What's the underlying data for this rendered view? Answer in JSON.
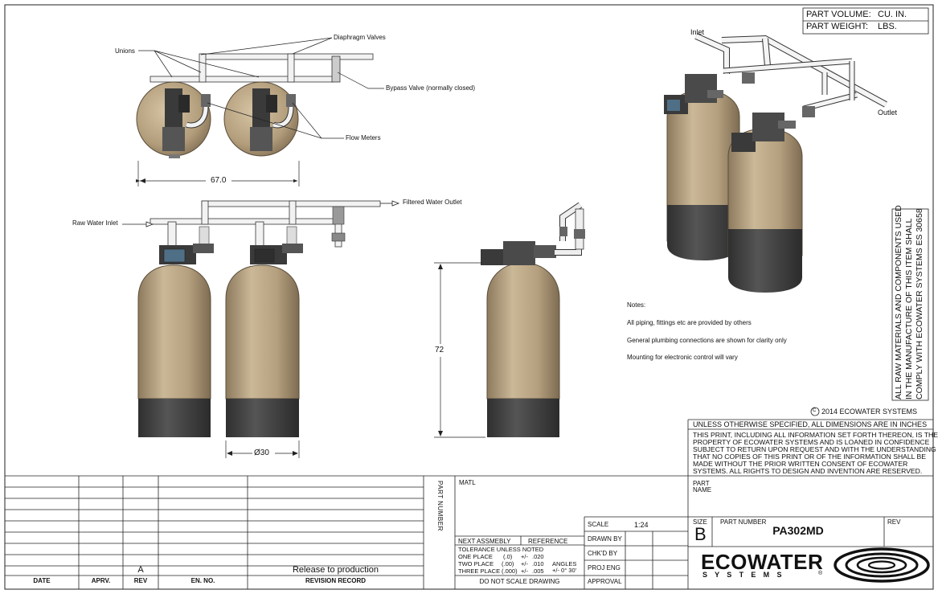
{
  "part_info": {
    "volume_label": "PART VOLUME:",
    "volume_unit": "CU. IN.",
    "weight_label": "PART WEIGHT:",
    "weight_unit": "LBS."
  },
  "callouts": {
    "unions": "Unions",
    "diaphragm_valves": "Diaphragm Valves",
    "bypass_valve": "Bypass Valve (normally closed)",
    "flow_meters": "Flow Meters",
    "filtered_water_outlet": "Filtered Water Outlet",
    "raw_water_inlet": "Raw Water Inlet",
    "inlet": "Inlet",
    "outlet": "Outlet"
  },
  "dimensions": {
    "width_top": "67.0",
    "height": "72",
    "diameter": "Ø30"
  },
  "notes": {
    "title": "Notes:",
    "items": [
      "All piping, fittings etc are provided by others",
      "General plumbing connections are shown for clarity only",
      "Mounting for electronic control will vary"
    ]
  },
  "compliance_note": [
    "ALL RAW MATERIALS AND COMPONENTS USED",
    "IN THE MANUFACTURE OF THIS ITEM SHALL",
    "COMPLY WITH ECOWATER SYSTEMS ES 30658"
  ],
  "copyright": "2014 ECOWATER SYSTEMS",
  "copyright_symbol": "C",
  "dimensions_note": "UNLESS OTHERWISE SPECIFIED, ALL DIMENSIONS ARE IN INCHES",
  "confidentiality": [
    "THIS PRINT, INCLUDING ALL INFORMATION SET FORTH THEREON, IS THE",
    "PROPERTY OF ECOWATER SYSTEMS AND IS LOANED IN CONFIDENCE",
    "SUBJECT TO RETURN UPON REQUEST AND WITH THE UNDERSTANDING",
    "THAT NO COPIES OF THIS PRINT OR OF THE INFORMATION SHALL BE",
    "MADE WITHOUT THE PRIOR WRITTEN CONSENT OF ECOWATER",
    "SYSTEMS. ALL RIGHTS TO DESIGN AND INVENTION ARE RESERVED."
  ],
  "revision": {
    "headers": [
      "DATE",
      "APRV.",
      "REV",
      "EN. NO.",
      "REVISION RECORD"
    ],
    "rev": "A",
    "record": "Release to production"
  },
  "part_number_vertical": "PART NUMBER",
  "matl_label": "MATL",
  "next_assembly": "NEXT ASSMEBLY",
  "reference": "REFERENCE",
  "tolerance": {
    "title": "TOLERANCE UNLESS NOTED",
    "one_place": [
      "ONE PLACE",
      "(.0)",
      "+/-",
      ".020"
    ],
    "two_place": [
      "TWO PLACE",
      "(.00)",
      "+/-",
      ".010"
    ],
    "three_place": [
      "THREE PLACE",
      "(.000)",
      "+/-",
      ".005"
    ],
    "angles_label": "ANGLES",
    "angles_value": "+/- 0° 30'"
  },
  "do_not_scale": "DO NOT SCALE DRAWING",
  "scale_label": "SCALE",
  "scale_value": "1:24",
  "drawn_by": "DRAWN BY",
  "checked_by": "CHK'D BY",
  "proj_eng": "PROJ ENG",
  "approval": "APPROVAL",
  "part_name_label": [
    "PART",
    "NAME"
  ],
  "size_label": "SIZE",
  "size_value": "B",
  "part_number_label": "PART NUMBER",
  "part_number_value": "PA302MD",
  "rev_label": "REV",
  "brand": {
    "name": "ECOWATER",
    "sub": "S Y S T E M S",
    "reg": "®"
  },
  "colors": {
    "tank": "#c2ad8c",
    "tank_dark": "#8f7b5f",
    "base": "#454545",
    "valve": "#3a3a3a",
    "pipe": "#f2f2f2",
    "control_blue": "#4f6f87",
    "line": "#222222"
  }
}
